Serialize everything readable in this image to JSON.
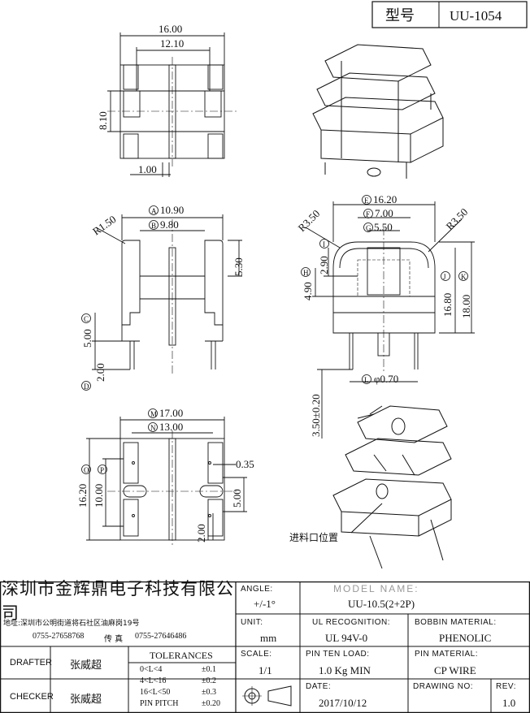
{
  "header": {
    "model_label": "型号",
    "model_value": "UU-1054"
  },
  "views": {
    "top": {
      "w_outer": "16.00",
      "w_inner": "12.10",
      "height": "8.10",
      "flange": "1.00"
    },
    "front": {
      "r": "R1.50",
      "a": "10.90",
      "b": "9.80",
      "h_top": "5.30",
      "c": "5.00",
      "d": "2.00",
      "tag_a": "A",
      "tag_b": "B",
      "tag_c": "C",
      "tag_d": "D"
    },
    "side": {
      "r_left": "R3.50",
      "r_right": "R3.50",
      "e": "16.20",
      "f": "7.00",
      "g": "5.50",
      "i": "2.90",
      "h": "4.90",
      "j": "16.80",
      "k": "18.00",
      "l": "φ0.70",
      "pin": "3.50±0.20",
      "tag_e": "E",
      "tag_f": "F",
      "tag_g": "G",
      "tag_i": "I",
      "tag_h": "H",
      "tag_j": "J",
      "tag_k": "K",
      "tag_l": "L"
    },
    "bottom": {
      "m": "17.00",
      "n": "13.00",
      "o": "16.20",
      "p": "10.00",
      "gap": "0.35",
      "slot": "5.00",
      "pitch": "2.00",
      "tag_m": "M",
      "tag_n": "N",
      "tag_o": "O",
      "tag_p": "P"
    },
    "iso_note": "进料口位置"
  },
  "title_block": {
    "company": "深圳市金辉鼎电子科技有限公司",
    "address": "地址:深圳市公明街道将石社区油麻岗19号",
    "tel": "0755-27658768",
    "fax_label": "传 真",
    "fax": "0755-27646486",
    "angle_label": "ANGLE:",
    "angle_value": "+/-1°",
    "model_name_label": "MODEL NAME:",
    "model_name_value": "UU-10.5(2+2P)",
    "unit_label": "UNIT:",
    "unit_value": "mm",
    "ul_label": "UL RECOGNITION:",
    "ul_value": "UL 94V-0",
    "bobbin_label": "BOBBIN MATERIAL:",
    "bobbin_value": "PHENOLIC",
    "drafter_label": "DRAFTER",
    "drafter_value": "张威超",
    "checker_label": "CHECKER",
    "checker_value": "张威超",
    "tolerances_label": "TOLERANCES",
    "tolerances": [
      {
        "range": "0<L<4",
        "tol": "±0.1"
      },
      {
        "range": "4<L<16",
        "tol": "±0.2"
      },
      {
        "range": "16<L<50",
        "tol": "±0.3"
      },
      {
        "range": "PIN PITCH",
        "tol": "±0.20"
      }
    ],
    "scale_label": "SCALE:",
    "scale_value": "1/1",
    "pin_load_label": "PIN TEN LOAD:",
    "pin_load_value": "1.0 Kg MIN",
    "pin_material_label": "PIN MATERIAL:",
    "pin_material_value": "CP WIRE",
    "date_label": "DATE:",
    "date_value": "2017/10/12",
    "drawing_no_label": "DRAWING NO:",
    "drawing_no_value": "",
    "rev_label": "REV:",
    "rev_value": "1.0"
  }
}
